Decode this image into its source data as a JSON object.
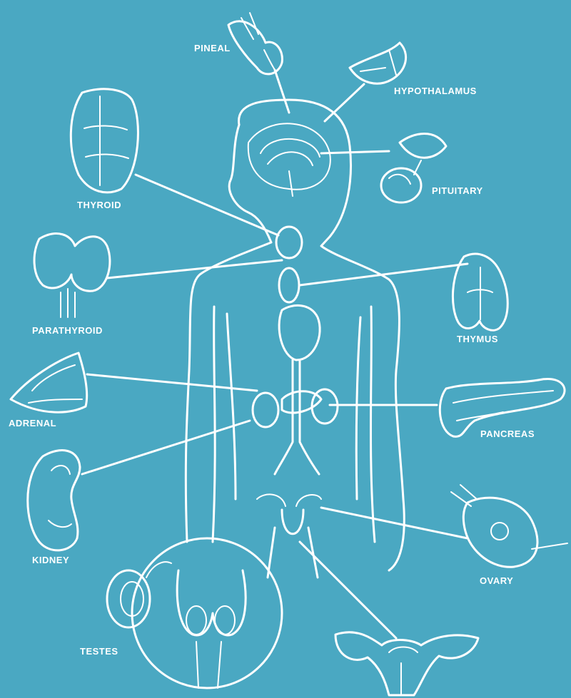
{
  "colors": {
    "background": "#4aa8c2",
    "ink": "#ffffff"
  },
  "labels": {
    "pineal": "PINEAL",
    "hypothalamus": "HYPOTHALAMUS",
    "thyroid": "THYROID",
    "pituitary": "PITUITARY",
    "parathyroid": "PARATHYROID",
    "thymus": "THYMUS",
    "adrenal": "ADRENAL",
    "pancreas": "PANCREAS",
    "kidney": "KIDNEY",
    "ovary": "OVARY",
    "testes": "TESTES"
  }
}
